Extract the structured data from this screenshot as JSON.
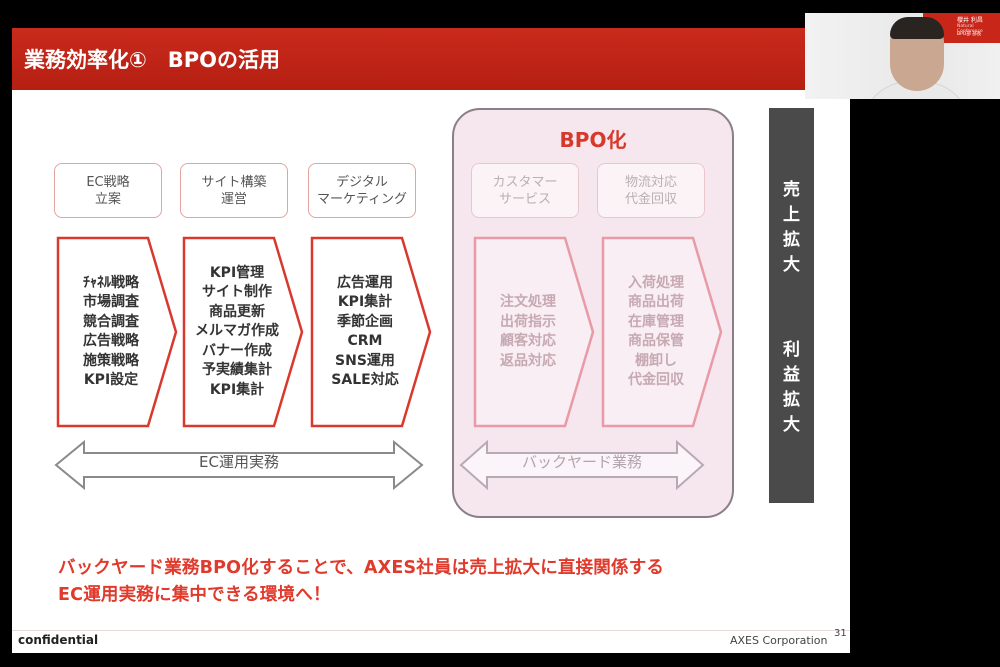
{
  "slide": {
    "title": "業務効率化①　BPOの活用",
    "stages": [
      {
        "label": "EC戦略\n立案",
        "items": "ﾁｬﾈﾙ戦略\n市場調査\n競合調査\n広告戦略\n施策戦略\nKPI設定",
        "faded": false
      },
      {
        "label": "サイト構築\n運営",
        "items": "KPI管理\nサイト制作\n商品更新\nメルマガ作成\nバナー作成\n予実績集計\nKPI集計",
        "faded": false
      },
      {
        "label": "デジタル\nマーケティング",
        "items": "広告運用\nKPI集計\n季節企画\nCRM\nSNS運用\nSALE対応",
        "faded": false
      },
      {
        "label": "カスタマー\nサービス",
        "items": "注文処理\n出荷指示\n顧客対応\n返品対応",
        "faded": true
      },
      {
        "label": "物流対応\n代金回収",
        "items": "入荷処理\n商品出荷\n在庫管理\n商品保管\n棚卸し\n代金回収",
        "faded": true
      }
    ],
    "bpo_title": "BPO化",
    "ec_arrow_label": "EC運用実務",
    "backyard_arrow_label": "バックヤード業務",
    "side_col1": "売\n上\n拡\n大",
    "side_col2": "利\n益\n拡\n大",
    "message": "バックヤード業務BPO化することで、AXES社員は売上拡大に直接関係する\nEC運用実務に集中できる環境へ！",
    "confidential": "confidential",
    "corporation": "AXES Corporation",
    "page_number": "31"
  },
  "camera": {
    "name": "櫻井 利昌",
    "title": "Natural Conference",
    "dept": "BPO部 部長"
  },
  "colors": {
    "accent_red": "#c92a1c",
    "message_red": "#e03a2c",
    "bpo_fill": "#f6e7ef",
    "side_bar": "#4a4a4a"
  }
}
